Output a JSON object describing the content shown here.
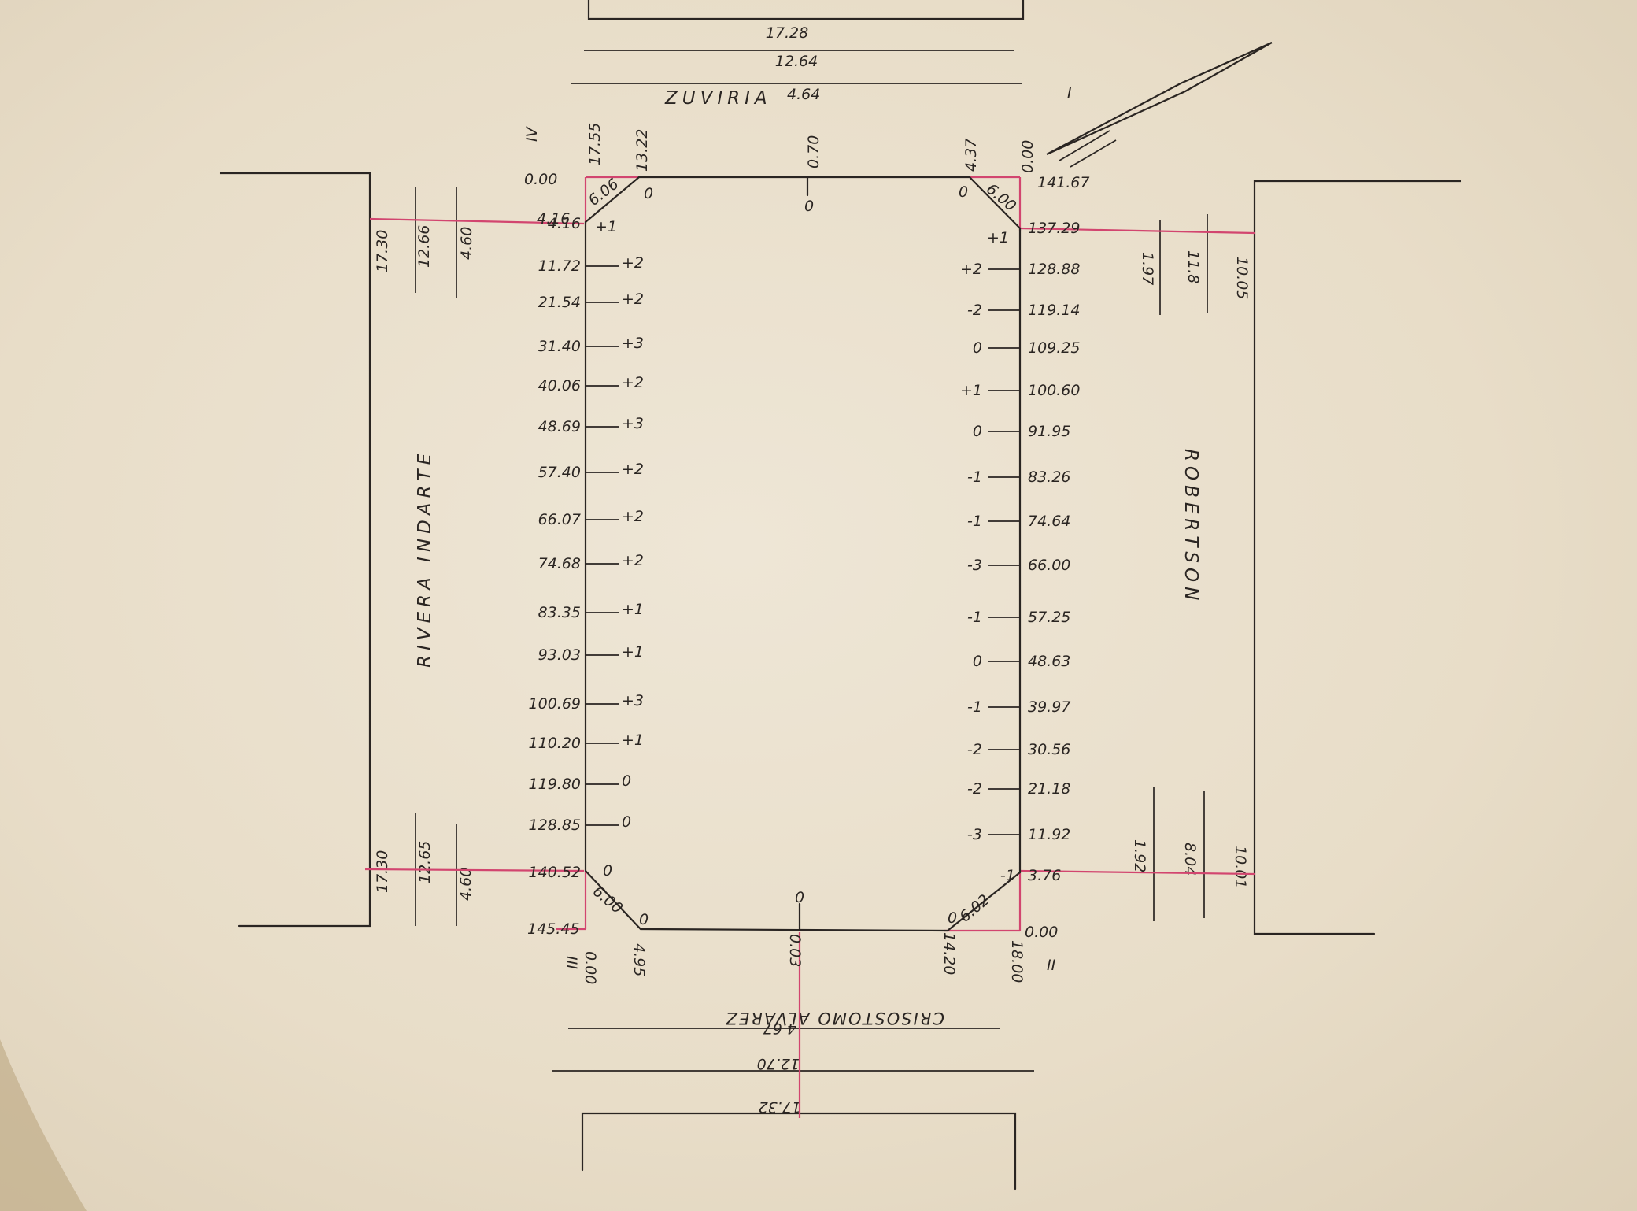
{
  "colors": {
    "paper": "#e9dfcd",
    "ink": "#2a2522",
    "grid_line": "#d2456f"
  },
  "streets": {
    "top": "ZUVIRIA",
    "right": "ROBERTSON",
    "bottom": "CRISOSTOMO ALVAREZ",
    "left": "RIVERA INDARTE"
  },
  "corners": {
    "ne": "I",
    "se": "II",
    "sw": "III",
    "nw": "IV"
  },
  "top_widths": [
    "17.28",
    "12.64",
    "4.64"
  ],
  "bottom_widths": [
    "4.67",
    "12.70",
    "17.32"
  ],
  "left_widths_top": [
    "17.30",
    "12.66",
    "4.60"
  ],
  "left_widths_bottom": [
    "17.30",
    "12.65",
    "4.60"
  ],
  "right_widths_top": [
    "1.97",
    "11.8",
    "10.05"
  ],
  "right_widths_bottom": [
    "1.92",
    "8.04",
    "10.01"
  ],
  "top_edge": {
    "nw_level": "17.55",
    "nw_chamfer_start": "13.22",
    "mid": "0.70",
    "mid_mark": "0",
    "ne_chamfer_start": "4.37",
    "ne_corner": "0.00",
    "ne_total": "141.67",
    "nw_chainage": "0.00",
    "nw_chamfer_end": "4.16",
    "nw_chamfer": "6.06",
    "ne_chamfer": "6.00",
    "chamfer_diff": "0"
  },
  "bottom_edge": {
    "sw_corner": "0.00",
    "sw_chamfer_end": "4.95",
    "mid": "0.03",
    "se_chamfer_start": "14.20",
    "se_corner": "18.00",
    "se_chainage": "0.00",
    "sw_chainage": "145.45",
    "sw_chamfer": "6.00",
    "se_chamfer": "6.02",
    "mid_mark": "0",
    "chamfer_diff": "0"
  },
  "left_profile": [
    {
      "chainage": "4.16",
      "diff": "+1"
    },
    {
      "chainage": "11.72",
      "diff": "+2"
    },
    {
      "chainage": "21.54",
      "diff": "+2"
    },
    {
      "chainage": "31.40",
      "diff": "+3"
    },
    {
      "chainage": "40.06",
      "diff": "+2"
    },
    {
      "chainage": "48.69",
      "diff": "+3"
    },
    {
      "chainage": "57.40",
      "diff": "+2"
    },
    {
      "chainage": "66.07",
      "diff": "+2"
    },
    {
      "chainage": "74.68",
      "diff": "+2"
    },
    {
      "chainage": "83.35",
      "diff": "+1"
    },
    {
      "chainage": "93.03",
      "diff": "+1"
    },
    {
      "chainage": "100.69",
      "diff": "+3"
    },
    {
      "chainage": "110.20",
      "diff": "+1"
    },
    {
      "chainage": "119.80",
      "diff": "0"
    },
    {
      "chainage": "128.85",
      "diff": "0"
    },
    {
      "chainage": "140.52",
      "diff": "0"
    }
  ],
  "right_profile": [
    {
      "chainage": "137.29",
      "diff": "+1"
    },
    {
      "chainage": "128.88",
      "diff": "+2"
    },
    {
      "chainage": "119.14",
      "diff": "-2"
    },
    {
      "chainage": "109.25",
      "diff": "0"
    },
    {
      "chainage": "100.60",
      "diff": "+1"
    },
    {
      "chainage": "91.95",
      "diff": "0"
    },
    {
      "chainage": "83.26",
      "diff": "-1"
    },
    {
      "chainage": "74.64",
      "diff": "-1"
    },
    {
      "chainage": "66.00",
      "diff": "-3"
    },
    {
      "chainage": "57.25",
      "diff": "-1"
    },
    {
      "chainage": "48.63",
      "diff": "0"
    },
    {
      "chainage": "39.97",
      "diff": "-1"
    },
    {
      "chainage": "30.56",
      "diff": "-2"
    },
    {
      "chainage": "21.18",
      "diff": "-2"
    },
    {
      "chainage": "11.92",
      "diff": "-3"
    },
    {
      "chainage": "3.76",
      "diff": "-1"
    }
  ]
}
